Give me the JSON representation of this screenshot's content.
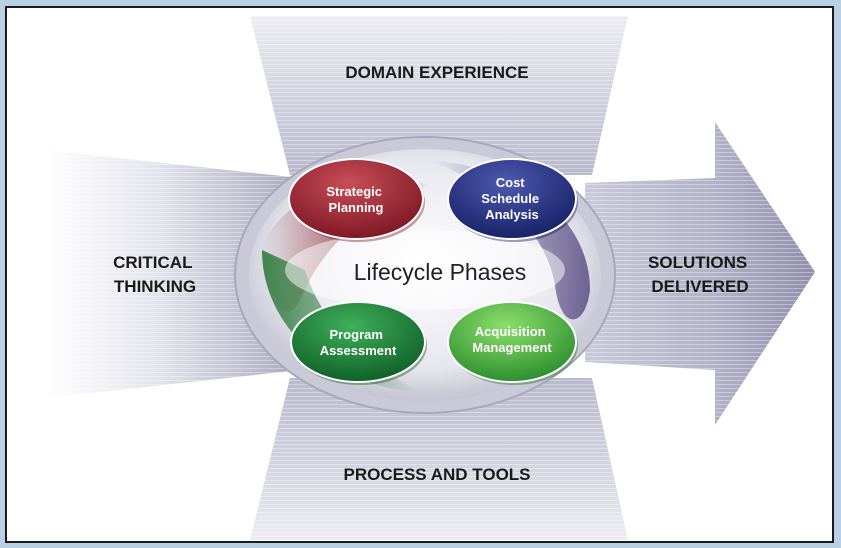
{
  "diagram": {
    "top_label": "DOMAIN EXPERIENCE",
    "bottom_label": "PROCESS AND TOOLS",
    "left_label": [
      "CRITICAL",
      "THINKING"
    ],
    "right_label": [
      "SOLUTIONS",
      "DELIVERED"
    ],
    "center_title": "Lifecycle Phases",
    "phases": {
      "strategic": [
        "Strategic",
        "Planning"
      ],
      "cost": [
        "Cost",
        "Schedule",
        "Analysis"
      ],
      "program": [
        "Program",
        "Assessment"
      ],
      "acquisition": [
        "Acquisition",
        "Management"
      ]
    }
  },
  "colors": {
    "background": "#b9cfe4",
    "strategic": "#8b1e2a",
    "cost": "#1c2a7a",
    "program": "#1a7a35",
    "acquisition": "#3aa23a"
  }
}
